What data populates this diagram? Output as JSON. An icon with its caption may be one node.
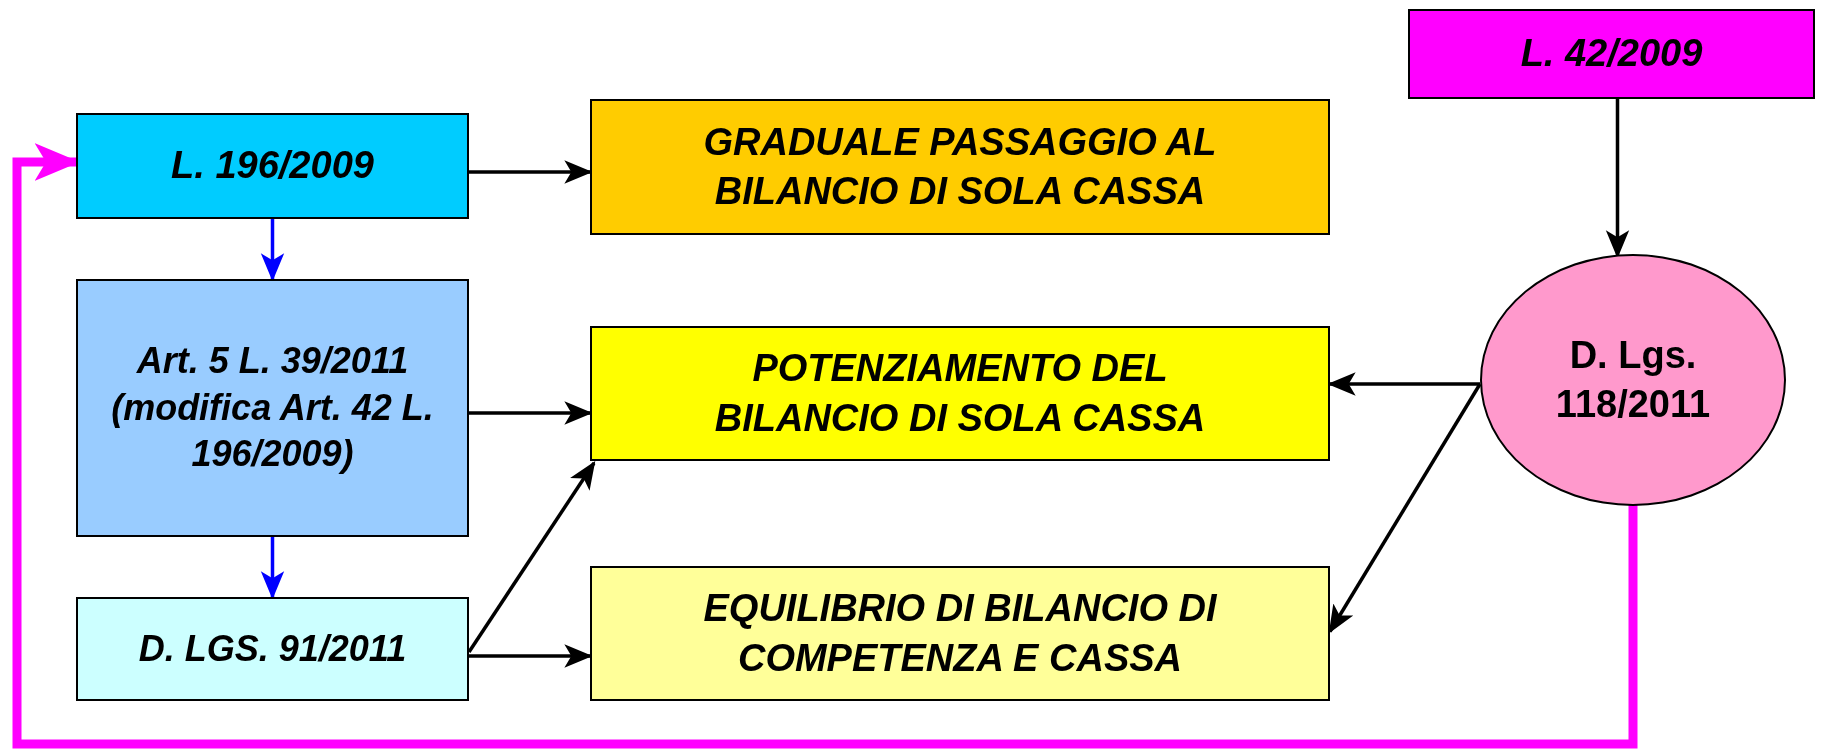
{
  "diagram": {
    "nodes": [
      {
        "text": [
          "L. 196/2009"
        ]
      },
      {
        "text": [
          "GRADUALE PASSAGGIO AL BILANCIO DI SOLA CASSA"
        ]
      },
      {
        "text": [
          "L. 42/2009"
        ]
      },
      {
        "text": [
          "Art. 5 L. 39/2011 (modifica Art. 42 L. 196/2009)"
        ]
      },
      {
        "text": [
          "POTENZIAMENTO DEL BILANCIO DI SOLA CASSA"
        ]
      },
      {
        "text": [
          "D. Lgs. 118/2011"
        ]
      },
      {
        "text": [
          "D. LGS. 91/2011"
        ]
      },
      {
        "text": [
          "EQUILIBRIO DI BILANCIO DI COMPETENZA E CASSA"
        ]
      }
    ],
    "edges": [
      {
        "from": 0,
        "to": 1,
        "arrow": "to"
      },
      {
        "from": 0,
        "to": 3,
        "arrow": "to",
        "color": "#0000ff"
      },
      {
        "from": 3,
        "to": 4,
        "arrow": "to"
      },
      {
        "from": 3,
        "to": 6,
        "arrow": "to",
        "color": "#0000ff"
      },
      {
        "from": 6,
        "to": 4,
        "arrow": "to"
      },
      {
        "from": 6,
        "to": 7,
        "arrow": "to"
      },
      {
        "from": 2,
        "to": 5,
        "arrow": "to"
      },
      {
        "from": 5,
        "to": 4,
        "arrow": "to"
      },
      {
        "from": 5,
        "to": 7,
        "arrow": "to"
      },
      {
        "from": 5,
        "to": 0,
        "arrow": "to",
        "style": "thick",
        "color": "#ff00ff"
      }
    ]
  }
}
